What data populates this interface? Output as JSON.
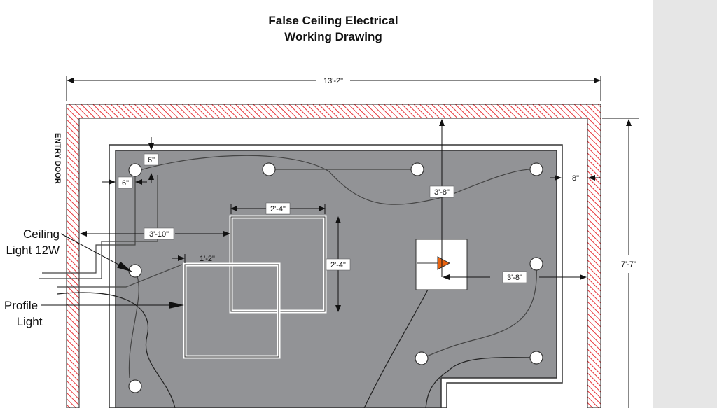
{
  "title": {
    "line1": "False Ceiling Electrical",
    "line2": "Working Drawing"
  },
  "labels": {
    "entry_door": "ENTRY DOOR",
    "ceiling_light_line1": "Ceiling",
    "ceiling_light_line2": "Light 12W",
    "profile_light_line1": "Profile",
    "profile_light_line2": "Light"
  },
  "dimensions": {
    "overall_width": "13'-2\"",
    "overall_height": "7'-7\"",
    "light_offset_top": "6\"",
    "light_offset_left": "6\"",
    "wall_to_square": "3'-10\"",
    "square_width": "2'-4\"",
    "square_height": "2'-4\"",
    "square_offset": "1'-2\"",
    "fan_from_top": "3'-8\"",
    "fan_from_right": "3'-8\"",
    "ceiling_gap_right": "8\""
  },
  "colors": {
    "wall_hatch": "#e8353a",
    "ceiling_fill": "#929396",
    "fan_marker": "#e8620f",
    "panel": "#e6e6e6"
  }
}
